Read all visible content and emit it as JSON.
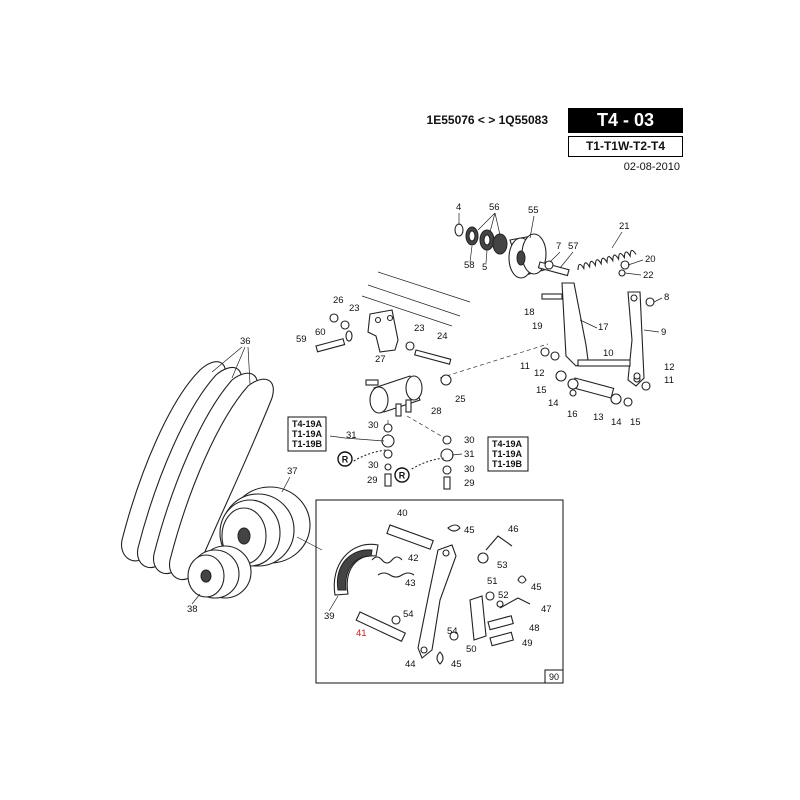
{
  "header": {
    "serial_range": "1E55076 < > 1Q55083",
    "page_code": "T4 - 03",
    "models": "T1-T1W-T2-T4",
    "date": "02-08-2010"
  },
  "ref_boxes": {
    "left": [
      "T4-19A",
      "T1-19A",
      "T1-19B"
    ],
    "right": [
      "T4-19A",
      "T1-19A",
      "T1-19B"
    ]
  },
  "circle_tags": [
    "R",
    "R"
  ],
  "inset_page": "90",
  "labels": {
    "p4": "4",
    "p56": "56",
    "p55": "55",
    "p58": "58",
    "p5": "5",
    "p7": "7",
    "p57": "57",
    "p21": "21",
    "p20": "20",
    "p22": "22",
    "p8": "8",
    "p9": "9",
    "p18": "18",
    "p19": "19",
    "p17": "17",
    "p10": "10",
    "p11a": "11",
    "p12a": "12",
    "p12b": "12",
    "p11b": "11",
    "p15a": "15",
    "p14a": "14",
    "p16": "16",
    "p13": "13",
    "p14b": "14",
    "p15b": "15",
    "p26": "26",
    "p23a": "23",
    "p60": "60",
    "p59": "59",
    "p27": "27",
    "p23b": "23",
    "p24": "24",
    "p25": "25",
    "p28": "28",
    "p36": "36",
    "p31a": "31",
    "p30a": "30",
    "p30b": "30",
    "p29a": "29",
    "p30c": "30",
    "p31b": "31",
    "p30d": "30",
    "p29b": "29",
    "p37": "37",
    "p38": "38",
    "p40": "40",
    "p45a": "45",
    "p46": "46",
    "p42": "42",
    "p53": "53",
    "p43": "43",
    "p45b": "45",
    "p51": "51",
    "p52": "52",
    "p47": "47",
    "p39": "39",
    "p54a": "54",
    "p48": "48",
    "p41": "41",
    "p54b": "54",
    "p50": "50",
    "p49": "49",
    "p44": "44",
    "p45c": "45"
  },
  "colors": {
    "ink": "#222222",
    "highlight": "#c81e1e",
    "code_bg": "#000000"
  }
}
